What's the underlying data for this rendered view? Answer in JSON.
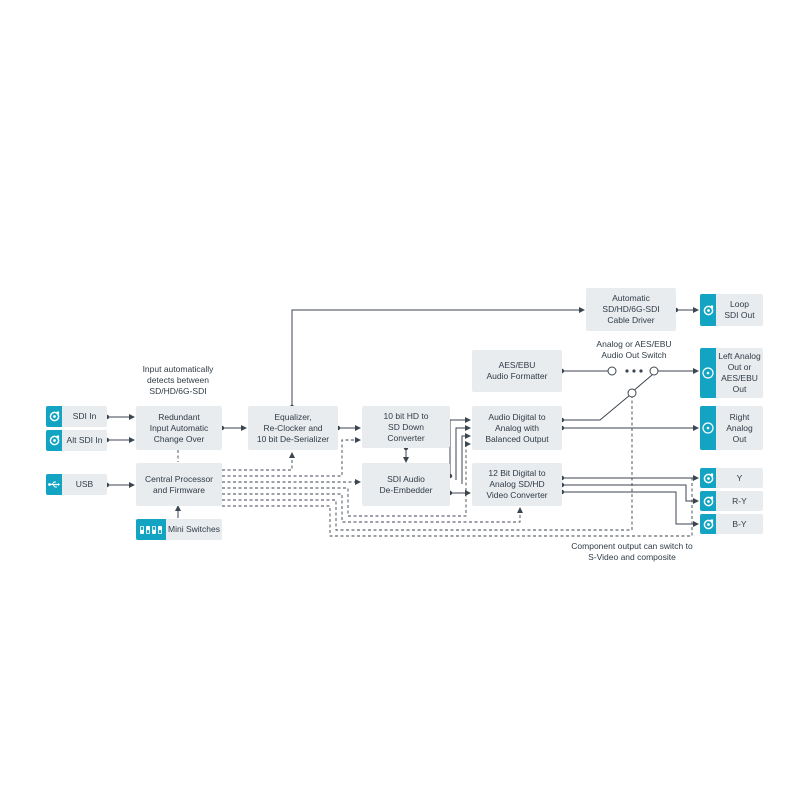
{
  "blocks": {
    "cable_driver": "Automatic\nSD/HD/6G-SDI\nCable Driver",
    "aes_formatter": "AES/EBU\nAudio Formatter",
    "redundant": "Redundant\nInput Automatic\nChange Over",
    "equalizer": "Equalizer,\nRe-Clocker and\n10 bit De-Serializer",
    "down_converter": "10 bit HD to\nSD Down\nConverter",
    "audio_digital": "Audio Digital to\nAnalog with\nBalanced Output",
    "central": "Central Processor\nand Firmware",
    "deembedder": "SDI Audio\nDe-Embedder",
    "video_converter": "12 Bit Digital to\nAnalog SD/HD\nVideo Converter"
  },
  "ports": {
    "sdi_in": "SDI In",
    "alt_sdi_in": "Alt SDI In",
    "usb": "USB",
    "mini_switches": "Mini Switches",
    "loop_out": "Loop\nSDI Out",
    "left_out": "Left Analog\nOut or\nAES/EBU\nOut",
    "right_out": "Right\nAnalog\nOut",
    "y": "Y",
    "ry": "R-Y",
    "by": "B-Y"
  },
  "notes": {
    "input_detect": "Input automatically\ndetects between\nSD/HD/6G-SDI",
    "audio_switch": "Analog or AES/EBU\nAudio Out Switch",
    "component": "Component output can switch to\nS-Video and composite"
  },
  "colors": {
    "accent": "#12a4c2",
    "box": "#e9ecef",
    "line": "#3c4650",
    "text": "#2f3b46"
  },
  "icons": {
    "bnc": "bnc-connector-icon",
    "usb": "usb-icon",
    "dip": "dip-switch-icon"
  }
}
